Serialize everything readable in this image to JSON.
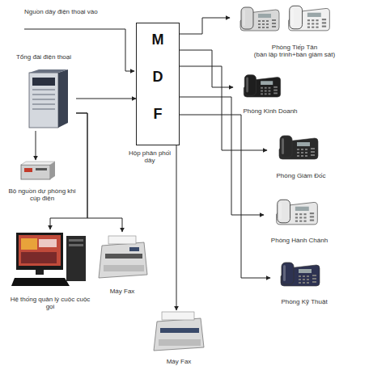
{
  "diagram": {
    "nodes": [
      {
        "text": [
          "M",
          "D",
          "F",
          "Hộp phân phối dây"
        ]
      },
      {
        "text": [
          "Tổng đài điện thoại"
        ]
      },
      {
        "text": [
          "Bộ nguồn dự phòng khi cúp điện"
        ]
      },
      {
        "text": [
          "Hệ thống quản lý cuộc cuộc gọi"
        ]
      },
      {
        "text": [
          "Máy Fax"
        ]
      },
      {
        "text": [
          "Máy Fax"
        ]
      },
      {
        "text": [
          "Phòng Tiếp Tân",
          "(bàn lập trình+bàn giám sát)"
        ]
      },
      {
        "text": [
          "Phòng Kinh Doanh"
        ]
      },
      {
        "text": [
          "Phòng Giám Đốc"
        ]
      },
      {
        "text": [
          "Phòng Hành Chánh"
        ]
      },
      {
        "text": [
          "Phòng Kỹ Thuật"
        ]
      }
    ],
    "edges": [
      {
        "from": 1,
        "to": 0,
        "arrow": "to"
      },
      {
        "from": 1,
        "to": 2,
        "arrow": "to"
      },
      {
        "from": 1,
        "to": 3,
        "arrow": "to"
      },
      {
        "from": 1,
        "to": 4,
        "arrow": "to"
      },
      {
        "from": 0,
        "to": 5,
        "arrow": "to"
      },
      {
        "from": 0,
        "to": 6,
        "arrow": "to"
      },
      {
        "from": 0,
        "to": 7,
        "arrow": "to"
      },
      {
        "from": 0,
        "to": 8,
        "arrow": "to"
      },
      {
        "from": 0,
        "to": 9,
        "arrow": "to"
      },
      {
        "from": 0,
        "to": 10,
        "arrow": "to"
      }
    ],
    "labels": [
      "Nguồn dây điện thoại vào"
    ]
  }
}
